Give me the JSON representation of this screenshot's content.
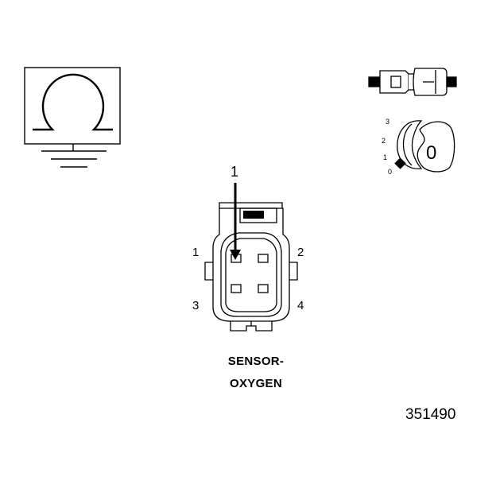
{
  "ohmmeter": {
    "symbol": "Ω"
  },
  "callout": {
    "number": "1"
  },
  "pins": {
    "p1": "1",
    "p2": "2",
    "p3": "3",
    "p4": "4"
  },
  "dial": {
    "t3": "3",
    "t2": "2",
    "t1": "1",
    "t0": "0",
    "reading": "0"
  },
  "component": {
    "line1": "SENSOR-",
    "line2": "OXYGEN"
  },
  "figure_id": "351490"
}
